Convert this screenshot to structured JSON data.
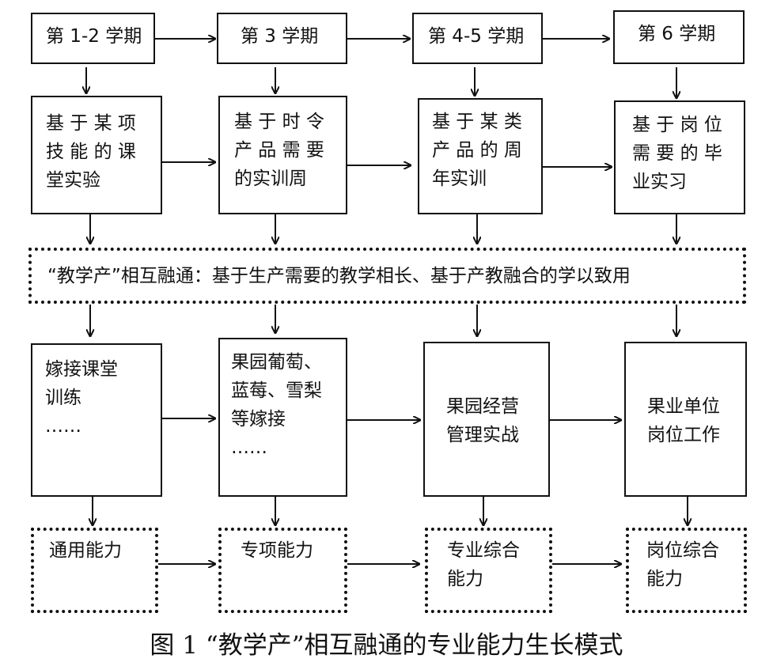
{
  "semesters": [
    {
      "label": "第 1-2 学期"
    },
    {
      "label": "第 3 学期"
    },
    {
      "label": "第 4-5 学期"
    },
    {
      "label": "第 6 学期"
    }
  ],
  "training": [
    {
      "lines": "基 于 某 项\n技 能 的 课\n堂实验"
    },
    {
      "lines": "基 于 时 令\n产 品 需 要\n的实训周"
    },
    {
      "lines": "基 于 某 类\n产 品 的 周\n年实训"
    },
    {
      "lines": "基 于 岗 位\n需 要 的 毕\n业实习"
    }
  ],
  "banner": "“教学产”相互融通：基于生产需要的教学相长、基于产教融合的学以致用",
  "practice": [
    {
      "lines": "嫁接课堂\n训练\n……"
    },
    {
      "lines": "果园葡萄、\n蓝莓、雪梨\n等嫁接\n……"
    },
    {
      "lines": "果园经营\n管理实战"
    },
    {
      "lines": "果业单位\n岗位工作"
    }
  ],
  "abilities": [
    {
      "lines": "通用能力"
    },
    {
      "lines": "专项能力"
    },
    {
      "lines": "专业综合\n能力"
    },
    {
      "lines": "岗位综合\n能力"
    }
  ],
  "caption": "图 1 “教学产”相互融通的专业能力生长模式"
}
